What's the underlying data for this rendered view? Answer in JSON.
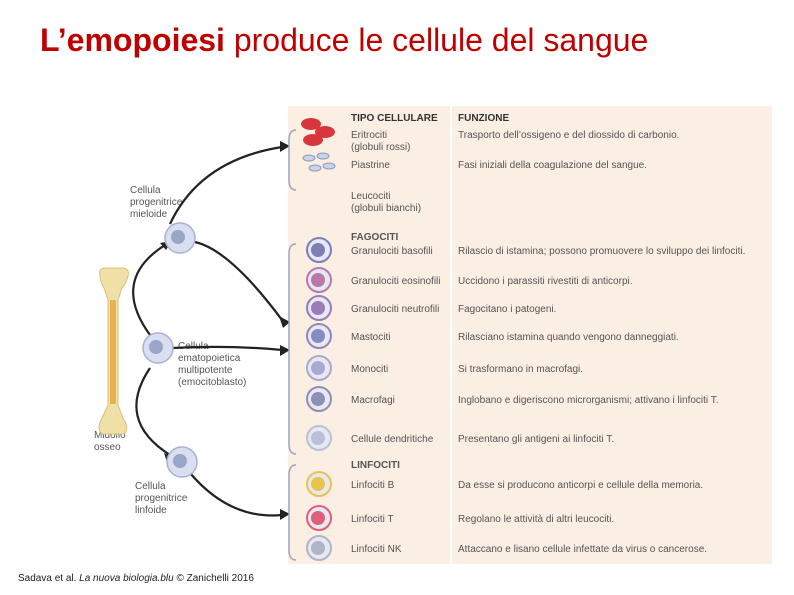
{
  "title": {
    "bold": "L’emopoiesi",
    "rest": " produce le cellule del sangue"
  },
  "credit": {
    "prefix": "Sadava et al. ",
    "book": "La nuova biologia.blu",
    "suffix": " © Zanichelli 2016"
  },
  "headers": {
    "type": "TIPO CELLULARE",
    "function": "FUNZIONE"
  },
  "left_labels": {
    "myeloid": [
      "Cellula",
      "progenitrice",
      "mieloide"
    ],
    "stem": [
      "Cellula",
      "ematopoietica",
      "multipotente",
      "(emocitoblasto)"
    ],
    "marrow": [
      "Midollo",
      "osseo"
    ],
    "lymphoid": [
      "Cellula",
      "progenitrice",
      "linfoide"
    ]
  },
  "rows": [
    {
      "type": [
        "Eritrociti",
        "(globuli rossi)"
      ],
      "function": "Trasporto dell’ossigeno e del diossido di carbonio.",
      "color": "#d8363c"
    },
    {
      "type": [
        "Piastrine"
      ],
      "function": "Fasi iniziali della coagulazione del sangue.",
      "color": "#c9d4e6"
    },
    {
      "type": [
        "Leucociti",
        "(globuli bianchi)"
      ],
      "function": "",
      "color": ""
    },
    {
      "type": [
        "FAGOCITI"
      ],
      "function": "",
      "color": "",
      "group": true
    },
    {
      "type": [
        "Granulociti basofili"
      ],
      "function": "Rilascio di istamina; possono promuovere lo sviluppo dei linfociti.",
      "color": "#7d7db8"
    },
    {
      "type": [
        "Granulociti eosinofili"
      ],
      "function": "Uccidono i parassiti rivestiti di anticorpi.",
      "color": "#b878a8"
    },
    {
      "type": [
        "Granulociti neutrofili"
      ],
      "function": "Fagocitano i patogeni.",
      "color": "#9a7cb8"
    },
    {
      "type": [
        "Mastociti"
      ],
      "function": "Rilasciano istamina quando vengono danneggiati.",
      "color": "#8a8ac0"
    },
    {
      "type": [
        "Monociti"
      ],
      "function": "Si trasformano in macrofagi.",
      "color": "#a9a9d2"
    },
    {
      "type": [
        "Macrofagi"
      ],
      "function": "Inglobano e digeriscono microrganismi; attivano i linfociti T.",
      "color": "#8f8fb5"
    },
    {
      "type": [
        "Cellule dendritiche"
      ],
      "function": "Presentano gli antigeni ai linfociti T.",
      "color": "#b9c0d8"
    },
    {
      "type": [
        "LINFOCITI"
      ],
      "function": "",
      "color": "",
      "group": true
    },
    {
      "type": [
        "Linfociti B"
      ],
      "function": "Da esse si producono anticorpi e cellule della memoria.",
      "color": "#e8c44a"
    },
    {
      "type": [
        "Linfociti T"
      ],
      "function": "Regolano le attività di altri leucociti.",
      "color": "#e0607a"
    },
    {
      "type": [
        "Linfociti NK"
      ],
      "function": "Attaccano e lisano cellule infettate da virus o cancerose.",
      "color": "#b0b4c8"
    }
  ],
  "colors": {
    "title": "#c00000",
    "panel": "#fbeee2",
    "arrow": "#222222",
    "bracket": "#9aa8c6",
    "bone": "#f1dfa8",
    "marrow_fill": "#e8a53a"
  }
}
